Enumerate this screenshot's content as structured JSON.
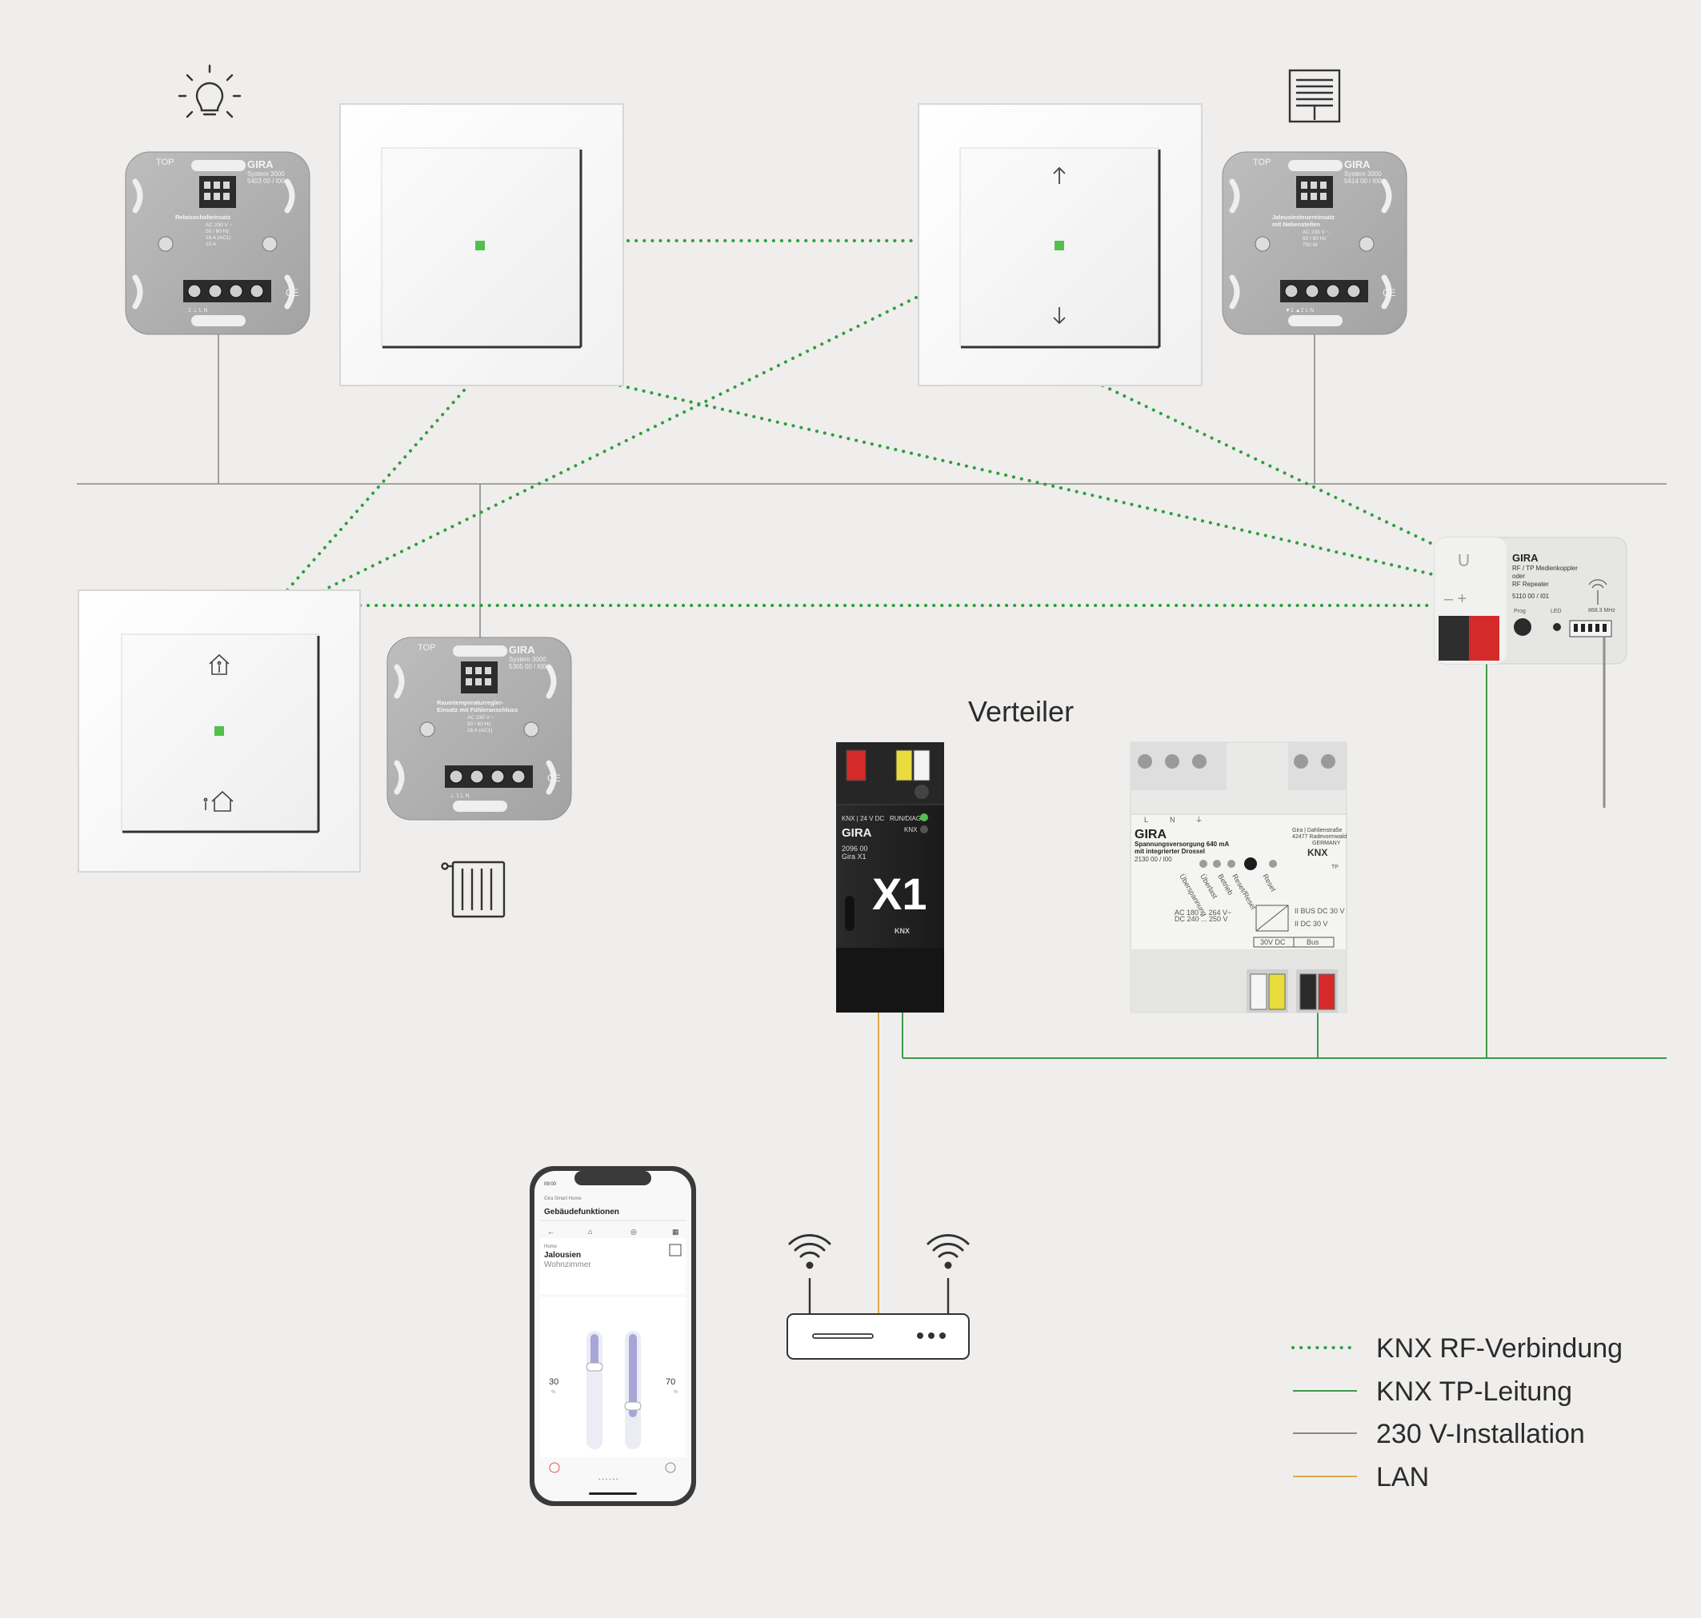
{
  "colors": {
    "background": "#efeeec",
    "rf": "#2f9e3e",
    "tp": "#3d9a4a",
    "v230": "#8a8a8a",
    "lan": "#e0a94a",
    "led": "#52c04b",
    "gira_red": "#d52a2a",
    "gira_yellow": "#e8dd3c"
  },
  "title_distributor": "Verteiler",
  "legend": [
    {
      "label": "KNX RF-Verbindung",
      "style": "dotted",
      "color": "#2f9e3e"
    },
    {
      "label": "KNX TP-Leitung",
      "style": "solid",
      "color": "#3d9a4a"
    },
    {
      "label": "230 V-Installation",
      "style": "solid",
      "color": "#8a8a8a"
    },
    {
      "label": "LAN",
      "style": "solid",
      "color": "#e0a94a"
    }
  ],
  "icons": {
    "light": "light-bulb-icon",
    "blind": "blind-icon",
    "radiator": "radiator-icon",
    "wifi": "wifi-icon",
    "arrow_up": "arrow-up-icon",
    "arrow_down": "arrow-down-icon",
    "home_in": "home-enter-icon",
    "home_out": "home-leave-icon"
  },
  "insert_switch": {
    "brand": "GIRA",
    "top": "TOP",
    "system": "System 3000",
    "article": "5403 00 / I00",
    "name": "Relaisschalteinsatz",
    "spec": [
      "AC 230 V ~",
      "50 / 60 Hz",
      "16 A (AC1)",
      "10 A"
    ],
    "terminals": "1   ⊥   L   N"
  },
  "insert_blind": {
    "brand": "GIRA",
    "top": "TOP",
    "system": "System 3000",
    "article": "5414 00 / I00",
    "name": [
      "Jalousiesteuereinsatz",
      "mit Nebenstellen"
    ],
    "spec": [
      "AC 230 V ~",
      "50 / 60 Hz",
      "700 W"
    ],
    "terminals": "▼1  ▲2   L   N"
  },
  "insert_thermo": {
    "brand": "GIRA",
    "top": "TOP",
    "system": "System 3000",
    "article": "5305 00 / I00",
    "name": [
      "Raumtemperaturregler-",
      "Einsatz mit Fühleranschluss"
    ],
    "spec": [
      "AC 230 V ~",
      "50 / 60 Hz",
      "16 A (AC1)"
    ],
    "terminals": "⊥   1   L   N"
  },
  "rf_coupler": {
    "brand": "GIRA",
    "lines": [
      "RF / TP Medienkoppler",
      "oder",
      "RF Repeater",
      "5110 00 / I01"
    ],
    "freq": "868.3 MHz",
    "prog": "Prog",
    "led": "LED"
  },
  "x1": {
    "top_left": "KNX | 24 V DC",
    "run": "RUN/DIAG",
    "knx": "KNX",
    "brand": "GIRA",
    "article": "2096 00",
    "name": "Gira X1",
    "big": "X1",
    "logo": "KNX"
  },
  "psu": {
    "brand": "GIRA",
    "title": [
      "Spannungsversorgung 640 mA",
      "mit integrierter Drossel"
    ],
    "article": "2130 00 / I00",
    "addr": [
      "Gira | Dahlienstraße",
      "42477 Radevormwald",
      "GERMANY"
    ],
    "leds": [
      "Überspannung",
      "Überlast",
      "Betrieb",
      "Reset/Reset",
      "Reset"
    ],
    "terminal_labels": [
      "L",
      "N",
      "⏚"
    ],
    "out1": "30V DC",
    "out2": "Bus",
    "ratings": [
      "AC 180 ... 264 V~",
      "DC 240 ... 250 V"
    ],
    "bus": "II BUS DC 30 V",
    "dc": "II DC 30 V",
    "logo": "KNX",
    "tp": "TP"
  },
  "phone": {
    "time": "09:00",
    "app": "Gira Smart Home",
    "section": "Gebäudefunktionen",
    "crumb": "Home",
    "device": "Jalousien",
    "room": "Wohnzimmer",
    "value_left": "30",
    "value_right": "70",
    "unit": "%"
  }
}
